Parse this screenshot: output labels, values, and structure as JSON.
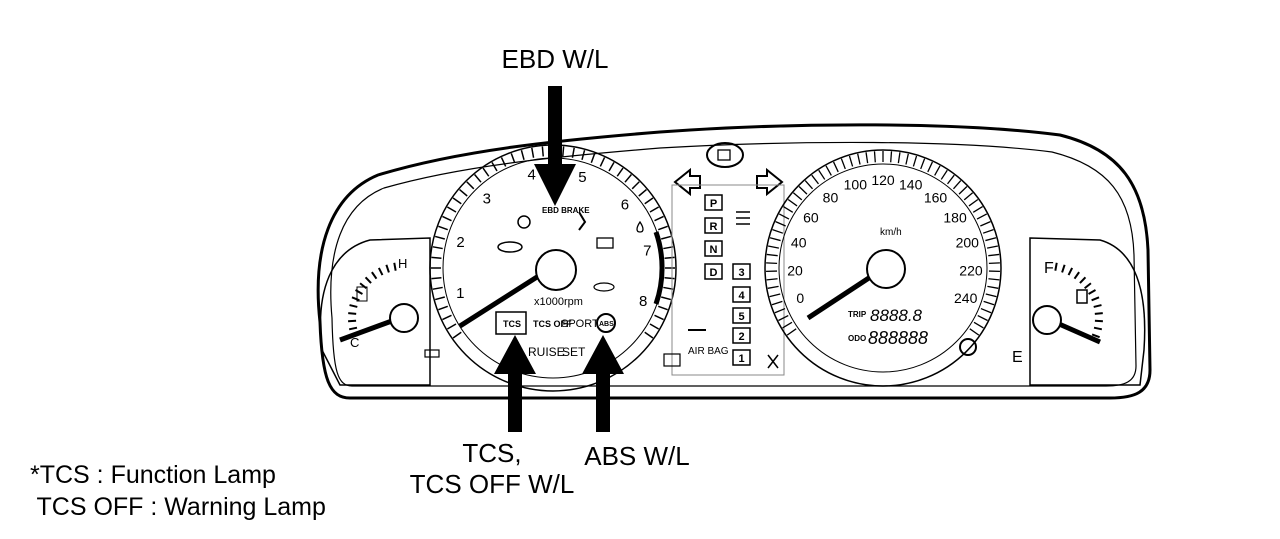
{
  "callouts": {
    "ebd": "EBD W/L",
    "tcs_line1": "TCS,",
    "tcs_line2": "TCS OFF W/L",
    "abs": "ABS W/L"
  },
  "notes": {
    "line1": "*TCS : Function Lamp",
    "line2": " TCS OFF : Warning Lamp"
  },
  "tachometer": {
    "scale": [
      "1",
      "2",
      "3",
      "4",
      "5",
      "6",
      "7",
      "8"
    ],
    "unit": "x1000rpm",
    "tcs_lamp": "TCS",
    "tcs_off_lamp": "TCS OFF",
    "sport": "SPORT",
    "abs_lamp": "ABS",
    "ebd_lamp": "EBD BRAKE",
    "cruise": "RUISE",
    "set": "SET"
  },
  "speedometer": {
    "scale": [
      "0",
      "20",
      "40",
      "60",
      "80",
      "100",
      "120",
      "140",
      "160",
      "180",
      "200",
      "220",
      "240"
    ],
    "unit": "km/h",
    "trip_label": "TRIP",
    "trip_value": "8888.8",
    "odo_label": "ODO",
    "odo_value": "888888"
  },
  "temp_gauge": {
    "hot": "H",
    "cold": "C"
  },
  "fuel_gauge": {
    "full": "F",
    "empty": "E"
  },
  "gear_indicator": [
    "P",
    "R",
    "N",
    "D",
    "3",
    "4",
    "5",
    "2",
    "1"
  ],
  "airbag_lamp": "AIR BAG",
  "colors": {
    "ink": "#000000",
    "paper": "#ffffff",
    "gray": "#888888"
  }
}
